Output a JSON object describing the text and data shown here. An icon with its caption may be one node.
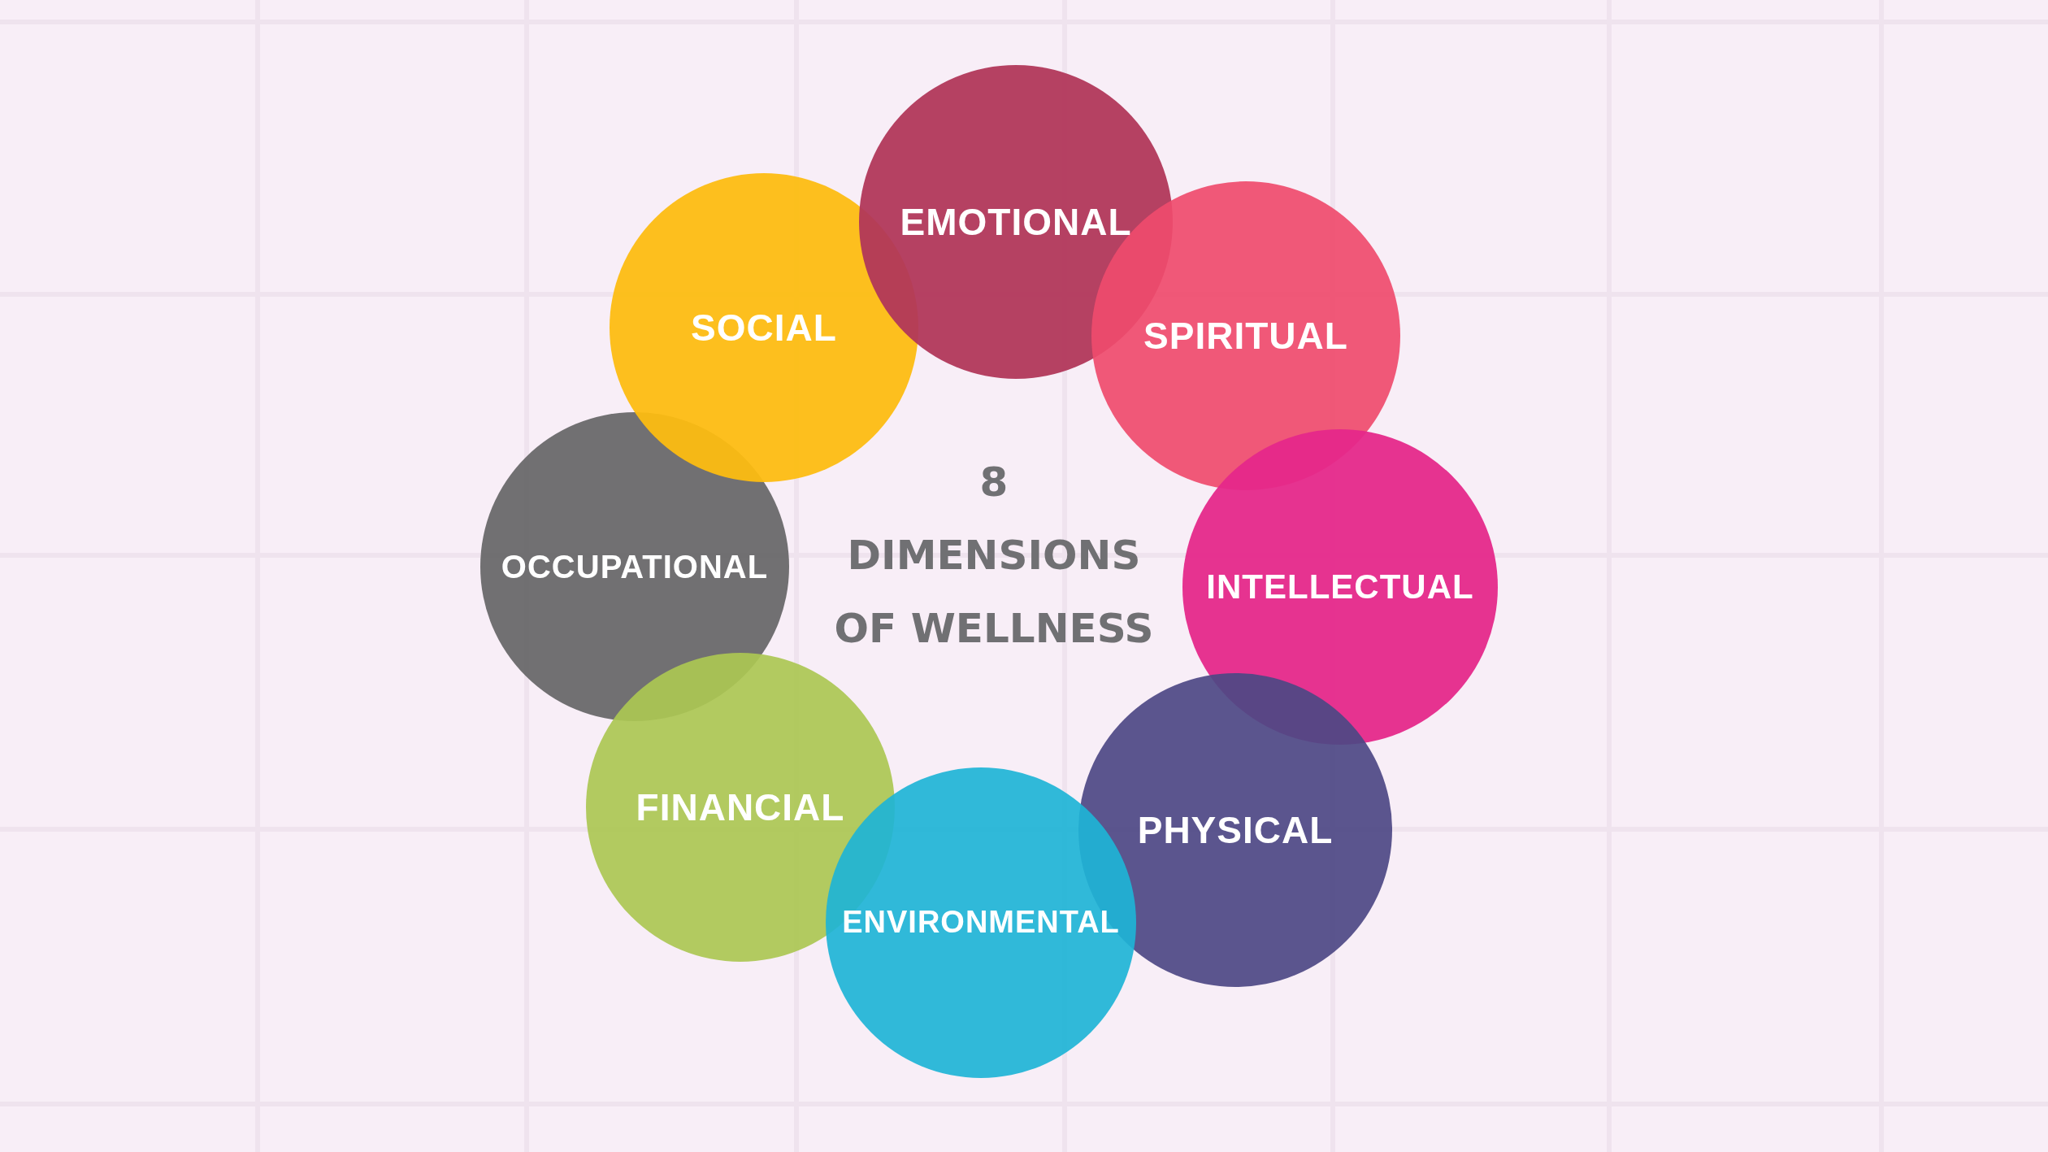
{
  "diagram": {
    "title": "8 DIMENSIONS OF WELLNESS",
    "nodes": [
      {
        "text": [
          "EMOTIONAL"
        ]
      },
      {
        "text": [
          "SPIRITUAL"
        ]
      },
      {
        "text": [
          "INTELLECTUAL"
        ]
      },
      {
        "text": [
          "PHYSICAL"
        ]
      },
      {
        "text": [
          "ENVIRONMENTAL"
        ]
      },
      {
        "text": [
          "FINANCIAL"
        ]
      },
      {
        "text": [
          "OCCUPATIONAL"
        ]
      },
      {
        "text": [
          "SOCIAL"
        ]
      }
    ]
  }
}
